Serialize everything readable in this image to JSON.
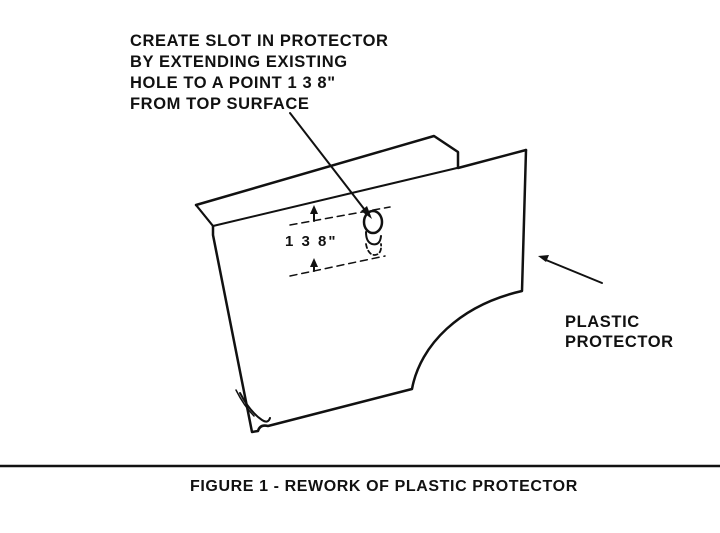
{
  "callout": {
    "lines": [
      "CREATE SLOT IN PROTECTOR",
      "BY EXTENDING EXISTING",
      "HOLE TO A POINT 1 3 8\"",
      "FROM TOP SURFACE"
    ]
  },
  "dimension_label": "1 3 8\"",
  "part_label": {
    "lines": [
      "PLASTIC",
      "PROTECTOR"
    ]
  },
  "caption": "FIGURE 1 - REWORK OF PLASTIC PROTECTOR"
}
